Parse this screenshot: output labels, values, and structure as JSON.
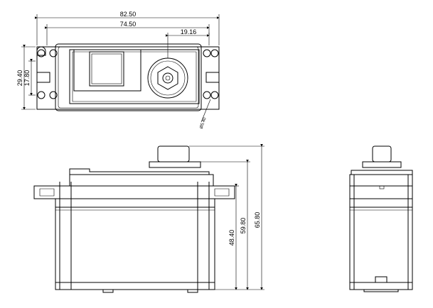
{
  "dimensions": {
    "overall_width": "82.50",
    "mount_spacing": "74.50",
    "shaft_offset": "19.16",
    "overall_depth": "29.40",
    "body_depth": "17.80",
    "hole_diameter": "Ø5.40",
    "body_height": "48.40",
    "flange_height": "59.80",
    "total_height": "65.80"
  }
}
